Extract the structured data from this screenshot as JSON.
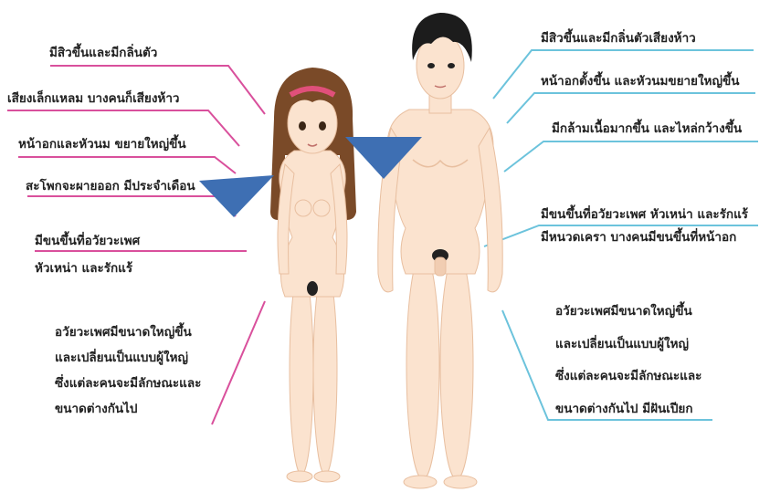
{
  "female": {
    "labels": [
      "มีสิวขึ้นและมีกลิ่นตัว",
      "เสียงเล็กแหลม บางคนก็เสียงห้าว",
      "หน้าอกและหัวนม ขยายใหญ่ขึ้น",
      "สะโพกจะผายออก มีประจำเดือน",
      "มีขนขึ้นที่อวัยวะเพศ",
      "หัวเหน่า และรักแร้",
      "อวัยวะเพศมีขนาดใหญ่ขึ้น",
      "และเปลี่ยนเป็นแบบผู้ใหญ่",
      "ซึ่งแต่ละคนจะมีลักษณะและ",
      "ขนาดต่างกันไป"
    ]
  },
  "male": {
    "labels": [
      "มีสิวขึ้นและมีกลิ่นตัวเสียงห้าว",
      "หน้าอกตั้งขึ้น และหัวนมขยายใหญ่ขึ้น",
      "มีกล้ามเนื้อมากขึ้น และไหล่กว้างขึ้น",
      "มีขนขึ้นที่อวัยวะเพศ หัวเหน่า และรักแร้",
      "มีหนวดเครา บางคนมีขนขึ้นที่หน้าอก",
      "อวัยวะเพศมีขนาดใหญ่ขึ้น",
      "และเปลี่ยนเป็นแบบผู้ใหญ่",
      "ซึ่งแต่ละคนจะมีลักษณะและ",
      "ขนาดต่างกันไป มีฝันเปียก"
    ]
  },
  "colors": {
    "female_line": "#d9509c",
    "male_line": "#6cc3dc",
    "marker": "#3e6fb3",
    "skin": "#fbe3cf",
    "skin_shade": "#e8bfa0",
    "hair_female": "#7a4a28",
    "hair_male": "#1c1c1c"
  }
}
